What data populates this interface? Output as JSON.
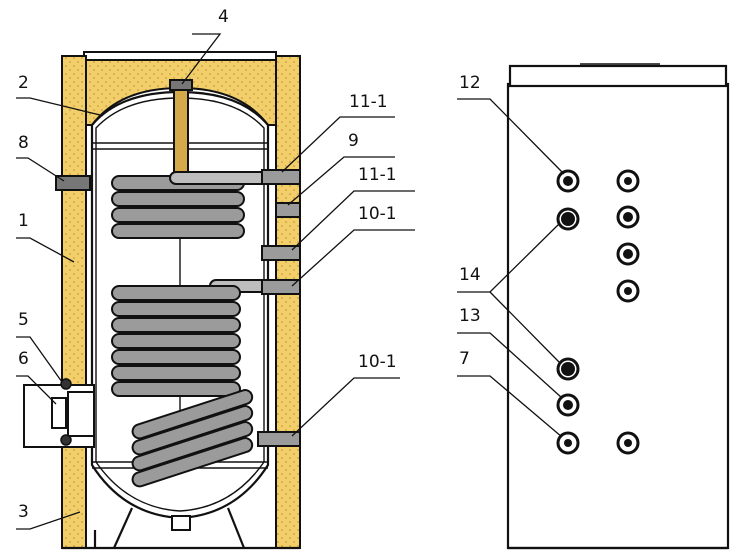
{
  "diagram": {
    "callouts": {
      "c1": "1",
      "c2": "2",
      "c3": "3",
      "c4": "4",
      "c5": "5",
      "c6": "6",
      "c7": "7",
      "c8": "8",
      "c9": "9",
      "c10a": "10-1",
      "c10b": "10-1",
      "c11a": "11-1",
      "c11b": "11-1",
      "c12": "12",
      "c13": "13",
      "c14": "14"
    },
    "colors": {
      "insulation": "#f2cf6a",
      "coil": "#9b9b9b",
      "outline": "#111111"
    }
  }
}
